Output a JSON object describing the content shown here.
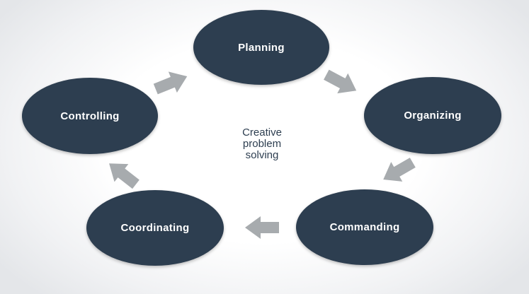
{
  "diagram": {
    "center_lines": [
      "Creative",
      "problem",
      "solving"
    ],
    "nodes": {
      "planning": "Planning",
      "organizing": "Organizing",
      "commanding": "Commanding",
      "coordinating": "Coordinating",
      "controlling": "Controlling"
    }
  },
  "colors": {
    "node_fill": "#2d3e50",
    "node_text": "#ffffff",
    "arrow_fill": "#a7abae",
    "center_text": "#2d3e50"
  },
  "icons": [
    "arrow-icon"
  ]
}
